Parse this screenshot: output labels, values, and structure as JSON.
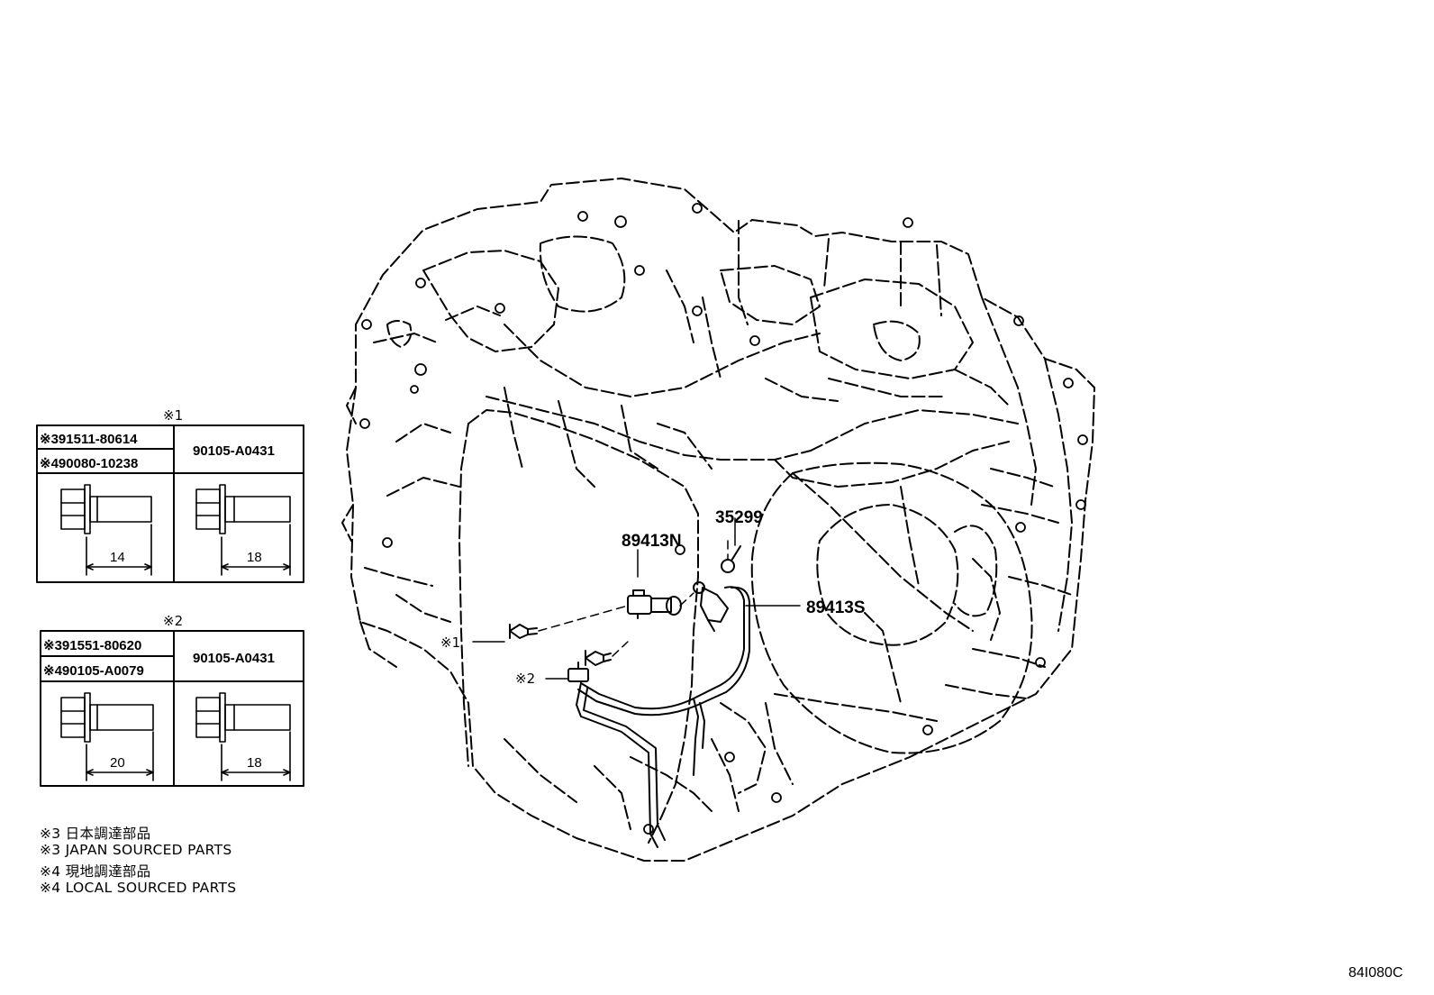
{
  "callouts": {
    "sensor_n": "89413N",
    "sensor_s": "89413S",
    "clip": "35299",
    "ref1": "※1",
    "ref2": "※2"
  },
  "tables": [
    {
      "heading": "※1",
      "cells": [
        "※391511-80614",
        "※490080-10238",
        "90105-A0431"
      ],
      "dims": [
        "14",
        "18"
      ]
    },
    {
      "heading": "※2",
      "cells": [
        "※391551-80620",
        "※490105-A0079",
        "90105-A0431"
      ],
      "dims": [
        "20",
        "18"
      ]
    }
  ],
  "notes": [
    "※3  日本調達部品",
    "※3  JAPAN SOURCED PARTS",
    "※4  現地調達部品",
    "※4  LOCAL SOURCED PARTS"
  ],
  "figure_code": "84I080C"
}
